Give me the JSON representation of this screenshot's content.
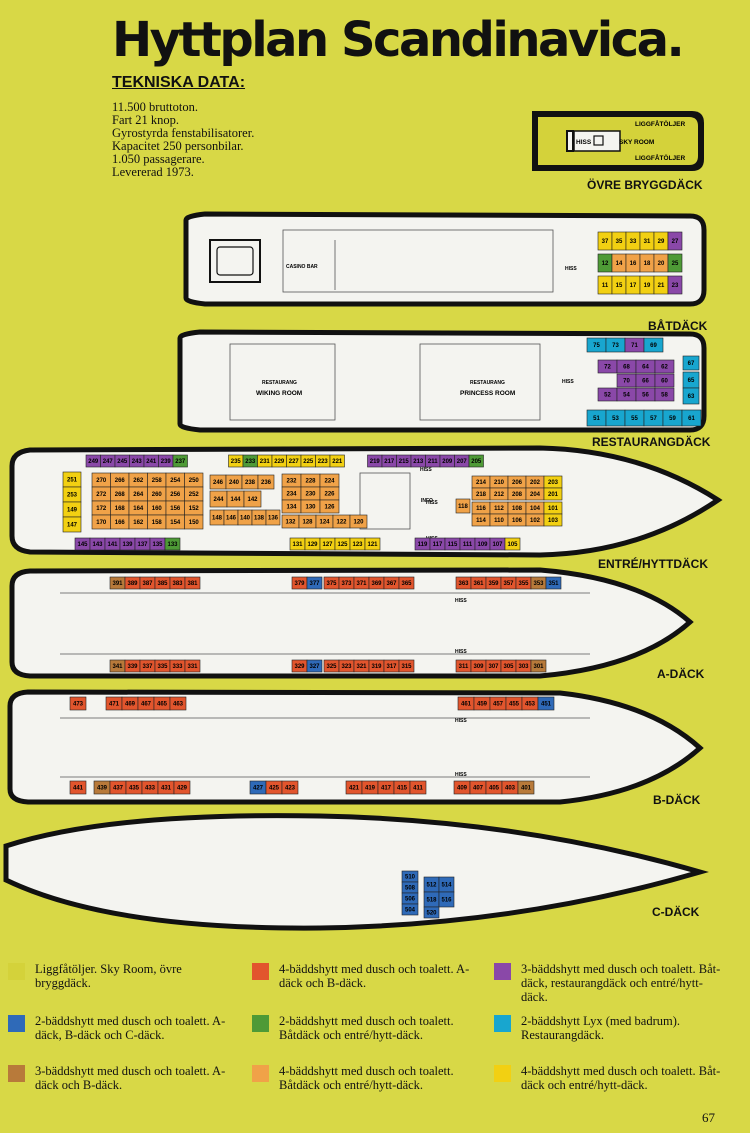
{
  "title": "Hyttplan Scandinavica.",
  "tech": {
    "heading": "TEKNISKA DATA:",
    "lines": [
      "11.500 bruttoton.",
      "Fart 21 knop.",
      "Gyrostyrda fenstabilisatorer.",
      "Kapacitet 250 personbilar.",
      "1.050 passagerare.",
      "Levererad 1973."
    ]
  },
  "colors": {
    "background": "#d8d846",
    "light_green": "#d4d23a",
    "blue": "#2f6ab8",
    "red": "#e2552d",
    "green": "#4e9a36",
    "brown": "#b87a3a",
    "orange": "#f0a248",
    "purple": "#8a48a8",
    "cyan": "#18a6cf",
    "yellow": "#f2d012"
  },
  "decks": {
    "bridge": {
      "label": "ÖVRE BRYGGDÄCK",
      "texts": [
        "LIGGFÅTÖLJER",
        "HISS",
        "SKY ROOM",
        "LIGGFÅTÖLJER"
      ]
    },
    "boat": {
      "label": "BÅTDÄCK",
      "texts": [
        "CASINO BAR",
        "HISS"
      ],
      "cabins": [
        {
          "n": "37",
          "c": "yellow"
        },
        {
          "n": "35",
          "c": "yellow"
        },
        {
          "n": "33",
          "c": "yellow"
        },
        {
          "n": "31",
          "c": "yellow"
        },
        {
          "n": "29",
          "c": "yellow"
        },
        {
          "n": "27",
          "c": "purple"
        },
        {
          "n": "12",
          "c": "green"
        },
        {
          "n": "14",
          "c": "orange"
        },
        {
          "n": "16",
          "c": "orange"
        },
        {
          "n": "18",
          "c": "orange"
        },
        {
          "n": "20",
          "c": "orange"
        },
        {
          "n": "25",
          "c": "green"
        },
        {
          "n": "11",
          "c": "yellow"
        },
        {
          "n": "15",
          "c": "yellow"
        },
        {
          "n": "17",
          "c": "yellow"
        },
        {
          "n": "19",
          "c": "yellow"
        },
        {
          "n": "21",
          "c": "yellow"
        },
        {
          "n": "23",
          "c": "purple"
        }
      ]
    },
    "restaurant": {
      "label": "RESTAURANGDÄCK",
      "texts": [
        "RESTAURANG",
        "WIKING ROOM",
        "RESTAURANG",
        "PRINCESS ROOM",
        "HISS"
      ],
      "cabins": [
        {
          "n": "75",
          "c": "cyan"
        },
        {
          "n": "73",
          "c": "cyan"
        },
        {
          "n": "71",
          "c": "purple"
        },
        {
          "n": "69",
          "c": "cyan"
        },
        {
          "n": "72",
          "c": "purple"
        },
        {
          "n": "68",
          "c": "purple"
        },
        {
          "n": "64",
          "c": "purple"
        },
        {
          "n": "62",
          "c": "purple"
        },
        {
          "n": "67",
          "c": "cyan"
        },
        {
          "n": "70",
          "c": "purple"
        },
        {
          "n": "66",
          "c": "purple"
        },
        {
          "n": "60",
          "c": "purple"
        },
        {
          "n": "65",
          "c": "cyan"
        },
        {
          "n": "52",
          "c": "purple"
        },
        {
          "n": "54",
          "c": "purple"
        },
        {
          "n": "56",
          "c": "purple"
        },
        {
          "n": "58",
          "c": "purple"
        },
        {
          "n": "63",
          "c": "cyan"
        },
        {
          "n": "51",
          "c": "cyan"
        },
        {
          "n": "53",
          "c": "cyan"
        },
        {
          "n": "55",
          "c": "cyan"
        },
        {
          "n": "57",
          "c": "cyan"
        },
        {
          "n": "59",
          "c": "cyan"
        },
        {
          "n": "61",
          "c": "cyan"
        }
      ]
    },
    "entrance": {
      "label": "ENTRÉ/HYTTDÄCK",
      "texts": [
        "HISS",
        "INFO",
        "HISS",
        "HISS"
      ],
      "top_row": [
        {
          "n": "249",
          "c": "purple"
        },
        {
          "n": "247",
          "c": "purple"
        },
        {
          "n": "245",
          "c": "purple"
        },
        {
          "n": "243",
          "c": "purple"
        },
        {
          "n": "241",
          "c": "purple"
        },
        {
          "n": "239",
          "c": "purple"
        },
        {
          "n": "237",
          "c": "green"
        },
        {
          "n": "235",
          "c": "yellow"
        },
        {
          "n": "233",
          "c": "green"
        },
        {
          "n": "231",
          "c": "yellow"
        },
        {
          "n": "229",
          "c": "yellow"
        },
        {
          "n": "227",
          "c": "yellow"
        },
        {
          "n": "225",
          "c": "yellow"
        },
        {
          "n": "223",
          "c": "yellow"
        },
        {
          "n": "221",
          "c": "yellow"
        },
        {
          "n": "219",
          "c": "purple"
        },
        {
          "n": "217",
          "c": "purple"
        },
        {
          "n": "215",
          "c": "purple"
        },
        {
          "n": "213",
          "c": "purple"
        },
        {
          "n": "211",
          "c": "purple"
        },
        {
          "n": "209",
          "c": "purple"
        },
        {
          "n": "207",
          "c": "purple"
        },
        {
          "n": "205",
          "c": "green"
        }
      ],
      "bottom_row": [
        {
          "n": "145",
          "c": "purple"
        },
        {
          "n": "143",
          "c": "purple"
        },
        {
          "n": "141",
          "c": "purple"
        },
        {
          "n": "139",
          "c": "purple"
        },
        {
          "n": "137",
          "c": "purple"
        },
        {
          "n": "135",
          "c": "purple"
        },
        {
          "n": "133",
          "c": "green"
        },
        {
          "n": "131",
          "c": "yellow"
        },
        {
          "n": "129",
          "c": "yellow"
        },
        {
          "n": "127",
          "c": "yellow"
        },
        {
          "n": "125",
          "c": "yellow"
        },
        {
          "n": "123",
          "c": "yellow"
        },
        {
          "n": "121",
          "c": "yellow"
        },
        {
          "n": "119",
          "c": "purple"
        },
        {
          "n": "117",
          "c": "purple"
        },
        {
          "n": "115",
          "c": "purple"
        },
        {
          "n": "111",
          "c": "purple"
        },
        {
          "n": "109",
          "c": "purple"
        },
        {
          "n": "107",
          "c": "purple"
        },
        {
          "n": "105",
          "c": "yellow"
        }
      ],
      "aft_col": [
        {
          "n": "251",
          "c": "yellow"
        },
        {
          "n": "253",
          "c": "yellow"
        },
        {
          "n": "149",
          "c": "yellow"
        },
        {
          "n": "147",
          "c": "yellow"
        }
      ],
      "block_a": [
        {
          "n": "270",
          "c": "orange"
        },
        {
          "n": "266",
          "c": "orange"
        },
        {
          "n": "262",
          "c": "orange"
        },
        {
          "n": "258",
          "c": "orange"
        },
        {
          "n": "254",
          "c": "orange"
        },
        {
          "n": "250",
          "c": "orange"
        },
        {
          "n": "272",
          "c": "orange"
        },
        {
          "n": "268",
          "c": "orange"
        },
        {
          "n": "264",
          "c": "orange"
        },
        {
          "n": "260",
          "c": "orange"
        },
        {
          "n": "256",
          "c": "orange"
        },
        {
          "n": "252",
          "c": "orange"
        },
        {
          "n": "172",
          "c": "orange"
        },
        {
          "n": "168",
          "c": "orange"
        },
        {
          "n": "164",
          "c": "orange"
        },
        {
          "n": "160",
          "c": "orange"
        },
        {
          "n": "156",
          "c": "orange"
        },
        {
          "n": "152",
          "c": "orange"
        },
        {
          "n": "170",
          "c": "orange"
        },
        {
          "n": "166",
          "c": "orange"
        },
        {
          "n": "162",
          "c": "orange"
        },
        {
          "n": "158",
          "c": "orange"
        },
        {
          "n": "154",
          "c": "orange"
        },
        {
          "n": "150",
          "c": "orange"
        }
      ],
      "block_b": [
        {
          "n": "246",
          "c": "orange"
        },
        {
          "n": "240",
          "c": "orange"
        },
        {
          "n": "238",
          "c": "orange"
        },
        {
          "n": "236",
          "c": "orange"
        },
        {
          "n": "244",
          "c": "orange"
        },
        {
          "n": "144",
          "c": "orange"
        },
        {
          "n": "142",
          "c": "orange"
        },
        {
          "n": "148",
          "c": "orange"
        },
        {
          "n": "146",
          "c": "orange"
        },
        {
          "n": "140",
          "c": "orange"
        },
        {
          "n": "138",
          "c": "orange"
        },
        {
          "n": "136",
          "c": "orange"
        }
      ],
      "block_c": [
        {
          "n": "232",
          "c": "orange"
        },
        {
          "n": "228",
          "c": "orange"
        },
        {
          "n": "224",
          "c": "orange"
        },
        {
          "n": "234",
          "c": "orange"
        },
        {
          "n": "230",
          "c": "orange"
        },
        {
          "n": "226",
          "c": "orange"
        },
        {
          "n": "134",
          "c": "orange"
        },
        {
          "n": "130",
          "c": "orange"
        },
        {
          "n": "126",
          "c": "orange"
        },
        {
          "n": "132",
          "c": "orange"
        },
        {
          "n": "128",
          "c": "orange"
        },
        {
          "n": "124",
          "c": "orange"
        },
        {
          "n": "122",
          "c": "orange"
        },
        {
          "n": "120",
          "c": "orange"
        }
      ],
      "block_d": [
        {
          "n": "214",
          "c": "orange"
        },
        {
          "n": "210",
          "c": "orange"
        },
        {
          "n": "206",
          "c": "orange"
        },
        {
          "n": "202",
          "c": "orange"
        },
        {
          "n": "203",
          "c": "yellow"
        },
        {
          "n": "218",
          "c": "orange"
        },
        {
          "n": "212",
          "c": "orange"
        },
        {
          "n": "208",
          "c": "orange"
        },
        {
          "n": "204",
          "c": "orange"
        },
        {
          "n": "201",
          "c": "yellow"
        },
        {
          "n": "118",
          "c": "orange"
        },
        {
          "n": "116",
          "c": "orange"
        },
        {
          "n": "112",
          "c": "orange"
        },
        {
          "n": "108",
          "c": "orange"
        },
        {
          "n": "104",
          "c": "orange"
        },
        {
          "n": "101",
          "c": "yellow"
        },
        {
          "n": "114",
          "c": "orange"
        },
        {
          "n": "110",
          "c": "orange"
        },
        {
          "n": "106",
          "c": "orange"
        },
        {
          "n": "102",
          "c": "orange"
        },
        {
          "n": "103",
          "c": "yellow"
        }
      ]
    },
    "a_deck": {
      "label": "A-DÄCK",
      "texts": [
        "HISS",
        "HISS"
      ],
      "top_row": [
        {
          "n": "391",
          "c": "brown"
        },
        {
          "n": "389",
          "c": "red"
        },
        {
          "n": "387",
          "c": "red"
        },
        {
          "n": "385",
          "c": "red"
        },
        {
          "n": "383",
          "c": "red"
        },
        {
          "n": "381",
          "c": "red"
        },
        {
          "n": "379",
          "c": "red"
        },
        {
          "n": "377",
          "c": "blue"
        },
        {
          "n": "375",
          "c": "red"
        },
        {
          "n": "373",
          "c": "red"
        },
        {
          "n": "371",
          "c": "red"
        },
        {
          "n": "369",
          "c": "red"
        },
        {
          "n": "367",
          "c": "red"
        },
        {
          "n": "365",
          "c": "red"
        },
        {
          "n": "363",
          "c": "red"
        },
        {
          "n": "361",
          "c": "red"
        },
        {
          "n": "359",
          "c": "red"
        },
        {
          "n": "357",
          "c": "red"
        },
        {
          "n": "355",
          "c": "red"
        },
        {
          "n": "353",
          "c": "brown"
        },
        {
          "n": "351",
          "c": "blue"
        }
      ],
      "bottom_row": [
        {
          "n": "341",
          "c": "brown"
        },
        {
          "n": "339",
          "c": "red"
        },
        {
          "n": "337",
          "c": "red"
        },
        {
          "n": "335",
          "c": "red"
        },
        {
          "n": "333",
          "c": "red"
        },
        {
          "n": "331",
          "c": "red"
        },
        {
          "n": "329",
          "c": "red"
        },
        {
          "n": "327",
          "c": "blue"
        },
        {
          "n": "325",
          "c": "red"
        },
        {
          "n": "323",
          "c": "red"
        },
        {
          "n": "321",
          "c": "red"
        },
        {
          "n": "319",
          "c": "red"
        },
        {
          "n": "317",
          "c": "red"
        },
        {
          "n": "315",
          "c": "red"
        },
        {
          "n": "311",
          "c": "red"
        },
        {
          "n": "309",
          "c": "red"
        },
        {
          "n": "307",
          "c": "red"
        },
        {
          "n": "305",
          "c": "red"
        },
        {
          "n": "303",
          "c": "red"
        },
        {
          "n": "301",
          "c": "brown"
        }
      ]
    },
    "b_deck": {
      "label": "B-DÄCK",
      "texts": [
        "HISS",
        "HISS"
      ],
      "top_row": [
        {
          "n": "473",
          "c": "red"
        },
        {
          "n": "471",
          "c": "red"
        },
        {
          "n": "469",
          "c": "red"
        },
        {
          "n": "467",
          "c": "red"
        },
        {
          "n": "465",
          "c": "red"
        },
        {
          "n": "463",
          "c": "red"
        },
        {
          "n": "461",
          "c": "red"
        },
        {
          "n": "459",
          "c": "red"
        },
        {
          "n": "457",
          "c": "red"
        },
        {
          "n": "455",
          "c": "red"
        },
        {
          "n": "453",
          "c": "red"
        },
        {
          "n": "451",
          "c": "blue"
        }
      ],
      "bottom_row": [
        {
          "n": "441",
          "c": "red"
        },
        {
          "n": "439",
          "c": "brown"
        },
        {
          "n": "437",
          "c": "red"
        },
        {
          "n": "435",
          "c": "red"
        },
        {
          "n": "433",
          "c": "red"
        },
        {
          "n": "431",
          "c": "red"
        },
        {
          "n": "429",
          "c": "red"
        },
        {
          "n": "427",
          "c": "blue"
        },
        {
          "n": "425",
          "c": "red"
        },
        {
          "n": "423",
          "c": "red"
        },
        {
          "n": "421",
          "c": "red"
        },
        {
          "n": "419",
          "c": "red"
        },
        {
          "n": "417",
          "c": "red"
        },
        {
          "n": "415",
          "c": "red"
        },
        {
          "n": "411",
          "c": "red"
        },
        {
          "n": "409",
          "c": "red"
        },
        {
          "n": "407",
          "c": "red"
        },
        {
          "n": "405",
          "c": "red"
        },
        {
          "n": "403",
          "c": "red"
        },
        {
          "n": "401",
          "c": "brown"
        }
      ]
    },
    "c_deck": {
      "label": "C-DÄCK",
      "cabins": [
        {
          "n": "510",
          "c": "blue"
        },
        {
          "n": "508",
          "c": "blue"
        },
        {
          "n": "506",
          "c": "blue"
        },
        {
          "n": "504",
          "c": "blue"
        },
        {
          "n": "512",
          "c": "blue"
        },
        {
          "n": "514",
          "c": "blue"
        },
        {
          "n": "518",
          "c": "blue"
        },
        {
          "n": "516",
          "c": "blue"
        },
        {
          "n": "520",
          "c": "blue"
        }
      ]
    }
  },
  "legend": [
    {
      "color": "light_green",
      "text": "Liggfåtöljer. Sky Room, övre bryggdäck."
    },
    {
      "color": "red",
      "text": "4-bäddshytt med dusch och toalett. A-däck och B-däck."
    },
    {
      "color": "purple",
      "text": "3-bäddshytt med dusch och toalett. Båt-däck, restaurangdäck och entré/hytt-däck."
    },
    {
      "color": "blue",
      "text": "2-bäddshytt med dusch och toalett. A-däck, B-däck och C-däck."
    },
    {
      "color": "green",
      "text": "2-bäddshytt med dusch och toalett. Båtdäck och entré/hytt-däck."
    },
    {
      "color": "cyan",
      "text": "2-bäddshytt Lyx (med badrum). Restaurangdäck."
    },
    {
      "color": "brown",
      "text": "3-bäddshytt med dusch och toalett. A-däck och B-däck."
    },
    {
      "color": "orange",
      "text": "4-bäddshytt med dusch och toalett. Båtdäck och entré/hytt-däck."
    },
    {
      "color": "yellow",
      "text": "4-bäddshytt med dusch och toalett. Båt-däck och entré/hytt-däck."
    }
  ],
  "page_number": "67"
}
